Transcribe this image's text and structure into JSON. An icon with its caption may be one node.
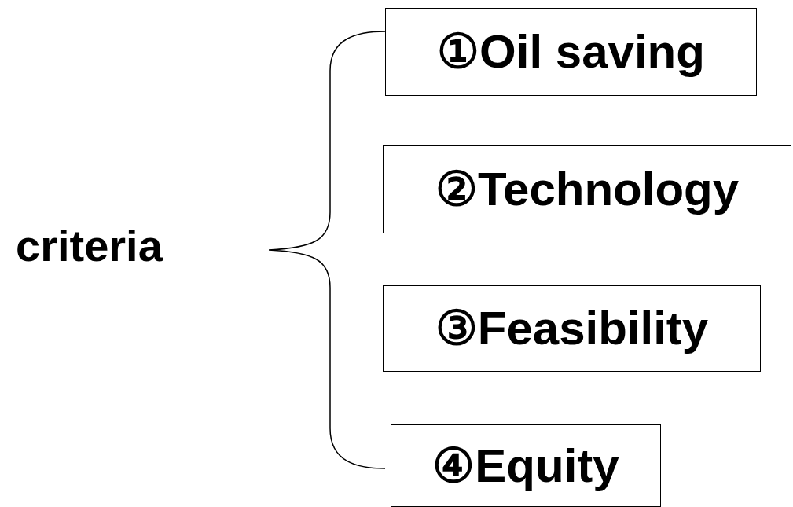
{
  "diagram": {
    "nodes": [
      {
        "text": [
          "①Oil saving"
        ]
      },
      {
        "text": [
          "②Technology"
        ]
      },
      {
        "text": [
          "③Feasibility"
        ]
      },
      {
        "text": [
          "④Equity"
        ]
      }
    ],
    "labels": [
      "criteria"
    ]
  }
}
